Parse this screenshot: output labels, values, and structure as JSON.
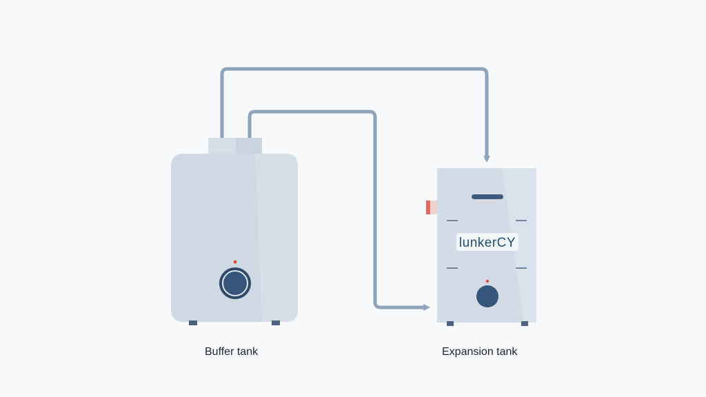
{
  "labels": {
    "buffer_tank": "Buffer tank",
    "expansion_tank": "Expansion tank",
    "brand": "lunkerCY"
  },
  "colors": {
    "background": "#f8f9fb",
    "tank_body": "#cfd9e4",
    "tank_body_light": "#dfe6ee",
    "pipe": "#8ea4ba",
    "knob": "#2f4a68",
    "indicator_dot": "#e0503e",
    "brand_text": "#1e4d74",
    "brand_accent": "#2e9e80",
    "side_valve": "#e06a5f"
  }
}
